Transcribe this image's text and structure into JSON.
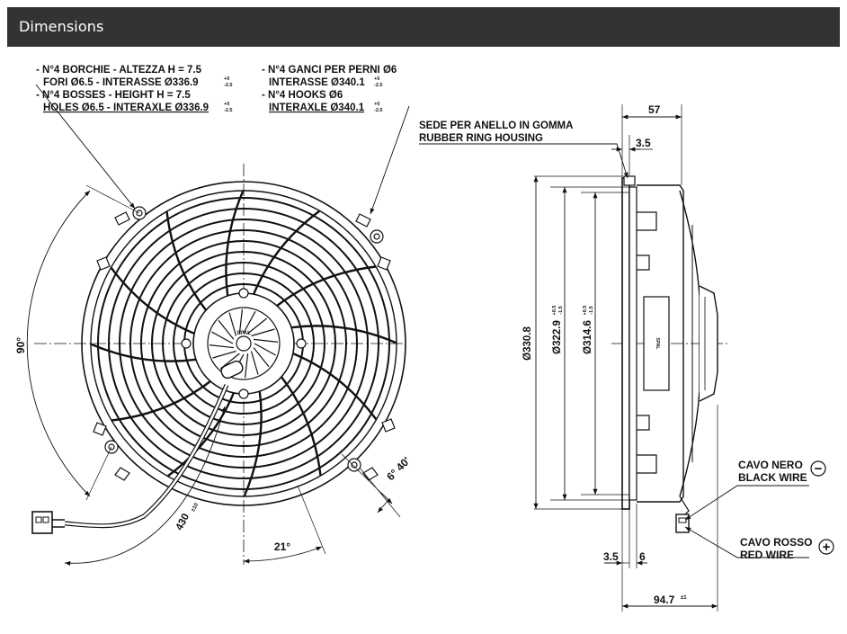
{
  "header": {
    "title": "Dimensions"
  },
  "notes": {
    "bosses": {
      "it_1": "- N°4 BORCHIE - ALTEZZA H = 7.5",
      "it_2": "FORI Ø6.5 - INTERASSE Ø336.9",
      "en_1": "- N°4 BOSSES - HEIGHT H = 7.5",
      "en_2": "HOLES Ø6.5 - INTERAXLE Ø336.9",
      "tol_top": "+0",
      "tol_bot": "-2.5"
    },
    "hooks": {
      "it_1": "- N°4 GANCI PER PERNI Ø6",
      "it_2": "INTERASSE Ø340.1",
      "en_1": "- N°4 HOOKS Ø6",
      "en_2": "INTERAXLE Ø340.1",
      "tol_top": "+0",
      "tol_bot": "-2.5"
    },
    "ring": {
      "it": "SEDE PER ANELLO IN GOMMA",
      "en": "RUBBER RING HOUSING"
    }
  },
  "dimensions": {
    "angle_90": "90°",
    "angle_21": "21°",
    "angle_6_40": "6° 40'",
    "cable_430": "430",
    "cable_430_tol": "±10",
    "d57": "57",
    "d3_5_top": "3.5",
    "d330_8": "Ø330.8",
    "d322_9": "Ø322.9",
    "d322_9_tol_top": "+0.5",
    "d322_9_tol_bot": "-1.5",
    "d314_6": "Ø314.6",
    "d314_6_tol_top": "+0.5",
    "d314_6_tol_bot": "-1.5",
    "d3_5_bottom": "3.5",
    "d6": "6",
    "d94_7": "94.7",
    "d94_7_tol": "±1"
  },
  "wires": {
    "black_it": "CAVO NERO",
    "black_en": "BLACK WIRE",
    "black_sym": "−",
    "red_it": "CAVO ROSSO",
    "red_en": "RED WIRE",
    "red_sym": "+"
  },
  "motor_label": "SPAL"
}
